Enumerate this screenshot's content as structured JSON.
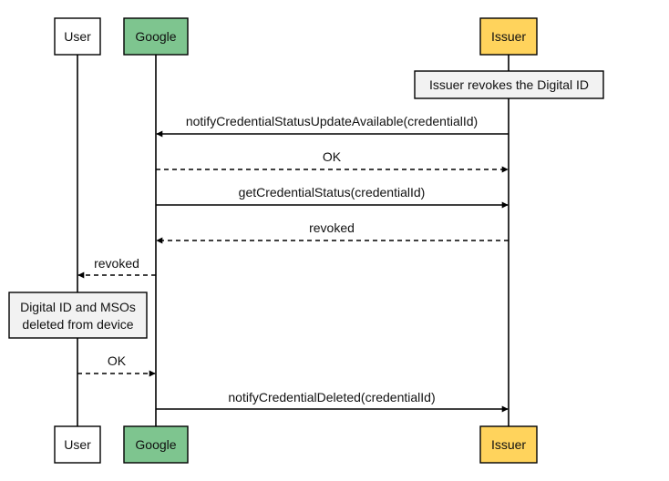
{
  "participants": [
    {
      "id": "user",
      "label": "User",
      "color": "#ffffff"
    },
    {
      "id": "google",
      "label": "Google",
      "color": "#7ec58f"
    },
    {
      "id": "issuer",
      "label": "Issuer",
      "color": "#ffd35c"
    }
  ],
  "notes": {
    "issuer_revokes": "Issuer revokes the Digital ID",
    "deleted_line1": "Digital ID and MSOs",
    "deleted_line2": "deleted from device"
  },
  "messages": [
    {
      "from": "issuer",
      "to": "google",
      "label": "notifyCredentialStatusUpdateAvailable(credentialId)",
      "style": "solid"
    },
    {
      "from": "google",
      "to": "issuer",
      "label": "OK",
      "style": "dashed"
    },
    {
      "from": "google",
      "to": "issuer",
      "label": "getCredentialStatus(credentialId)",
      "style": "solid"
    },
    {
      "from": "issuer",
      "to": "google",
      "label": "revoked",
      "style": "dashed"
    },
    {
      "from": "google",
      "to": "user",
      "label": "revoked",
      "style": "dashed"
    },
    {
      "from": "user",
      "to": "google",
      "label": "OK",
      "style": "dashed"
    },
    {
      "from": "google",
      "to": "issuer",
      "label": "notifyCredentialDeleted(credentialId)",
      "style": "solid"
    }
  ]
}
